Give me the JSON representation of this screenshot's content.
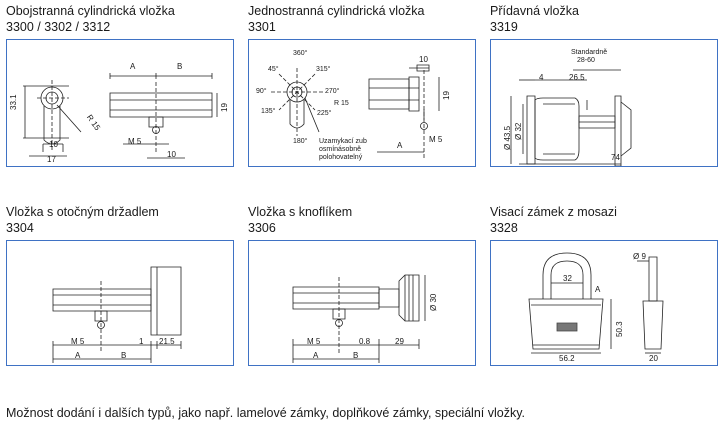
{
  "products": [
    {
      "title": "Obojstranná cylindrická vložka",
      "code": "3300 / 3302 / 3312",
      "labels": {
        "A": "A",
        "B": "B",
        "h331": "33.1",
        "r15": "R 15",
        "w10": "10",
        "w17": "17",
        "m5": "M 5",
        "d10": "10",
        "h19": "19"
      }
    },
    {
      "title": "Jednostranná cylindrická vložka",
      "code": "3301",
      "labels": {
        "a360": "360°",
        "a45": "45°",
        "a315": "315°",
        "a90": "90°",
        "a270": "270°",
        "a135": "135°",
        "a225": "225°",
        "a180": "180°",
        "r15": "R 15",
        "note1": "Uzamykací zub",
        "note2": "osmínásobně",
        "note3": "polohovatelný",
        "w10": "10",
        "h19": "19",
        "m5": "M 5",
        "A": "A"
      }
    },
    {
      "title": "Přídavná vložka",
      "code": "3319",
      "labels": {
        "std": "Standardně",
        "range": "28-60",
        "w4": "4",
        "w265": "26.5",
        "d435": "Ø 43.5",
        "d32": "Ø 32",
        "w74": "74"
      }
    },
    {
      "title": "Vložka s otočným držadlem",
      "code": "3304",
      "labels": {
        "m5": "M 5",
        "w1": "1",
        "w215": "21.5",
        "A": "A",
        "B": "B"
      }
    },
    {
      "title": "Vložka s knoflíkem",
      "code": "3306",
      "labels": {
        "m5": "M 5",
        "w08": "0.8",
        "w29": "29",
        "d30": "Ø 30",
        "A": "A",
        "B": "B"
      }
    },
    {
      "title": "Visací zámek z mosazi",
      "code": "3328",
      "labels": {
        "w32": "32",
        "A": "A",
        "h503": "50.3",
        "w562": "56.2",
        "d9": "Ø 9",
        "w20": "20"
      }
    }
  ],
  "footer": "Možnost dodání i dalších typů, jako např. lamelové zámky, doplňkové zámky, speciální vložky."
}
